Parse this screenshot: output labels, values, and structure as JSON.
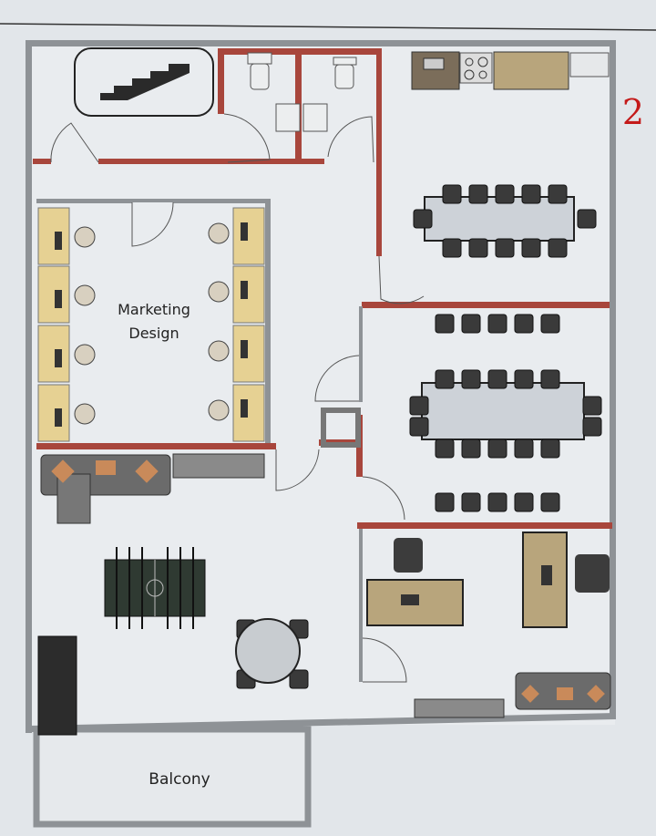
{
  "sheet_number": "2",
  "rooms": {
    "marketing_line1": "Marketing",
    "marketing_line2": "Design",
    "balcony": "Balcony"
  },
  "colors": {
    "outer_wall": "#8e9296",
    "partition_wall": "#a8463c",
    "desk": "#e6d193",
    "table": "#cbb88c",
    "furniture_dark": "#3a3a3a",
    "sheet_number": "#c41a1a"
  }
}
